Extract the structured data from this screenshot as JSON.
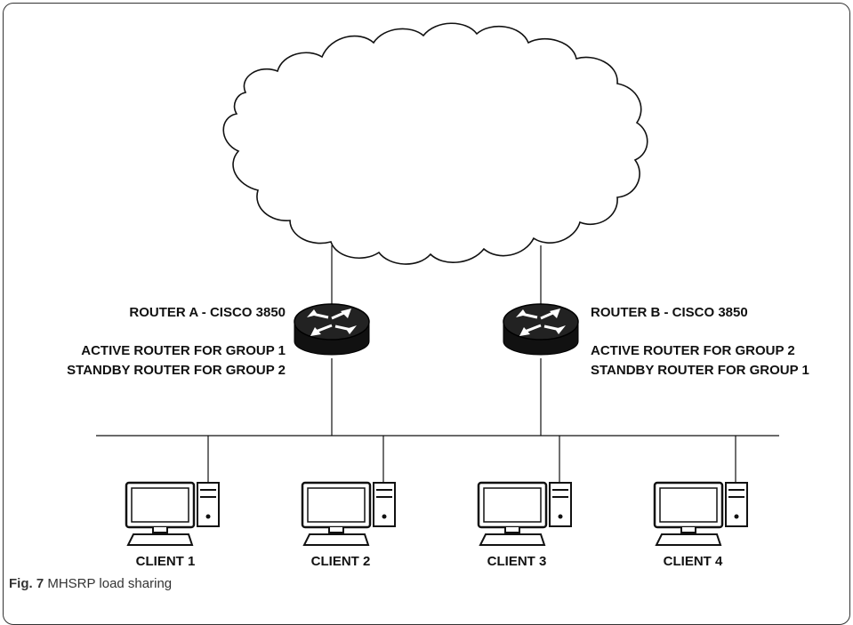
{
  "routers": [
    {
      "name": "ROUTER A - CISCO 3850",
      "role1": "ACTIVE ROUTER FOR GROUP 1",
      "role2": "STANDBY ROUTER FOR GROUP 2"
    },
    {
      "name": "ROUTER B - CISCO 3850",
      "role1": "ACTIVE ROUTER FOR GROUP 2",
      "role2": "STANDBY ROUTER FOR GROUP 1"
    }
  ],
  "clients": [
    {
      "label": "CLIENT 1"
    },
    {
      "label": "CLIENT 2"
    },
    {
      "label": "CLIENT 3"
    },
    {
      "label": "CLIENT 4"
    }
  ],
  "caption": {
    "figure": "Fig. 7",
    "text": "MHSRP load sharing"
  }
}
